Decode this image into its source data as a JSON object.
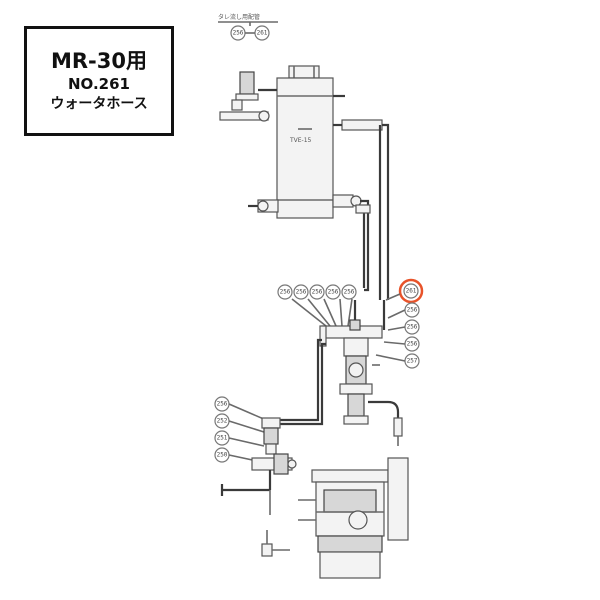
{
  "title": {
    "model": "MR-30用",
    "number": "NO.261",
    "name": "ウォータホース"
  },
  "header_note": "タレ流し用配管",
  "tank_label": "TVE-15",
  "highlight_color": "#e8532a",
  "callouts": {
    "top_pair": [
      "256",
      "261"
    ],
    "middle_row": [
      "256",
      "256",
      "256",
      "256",
      "256"
    ],
    "right_column": [
      "261",
      "256",
      "256",
      "256",
      "257"
    ],
    "left_column": [
      "256",
      "252",
      "251",
      "250"
    ]
  },
  "highlighted_callout": "261"
}
